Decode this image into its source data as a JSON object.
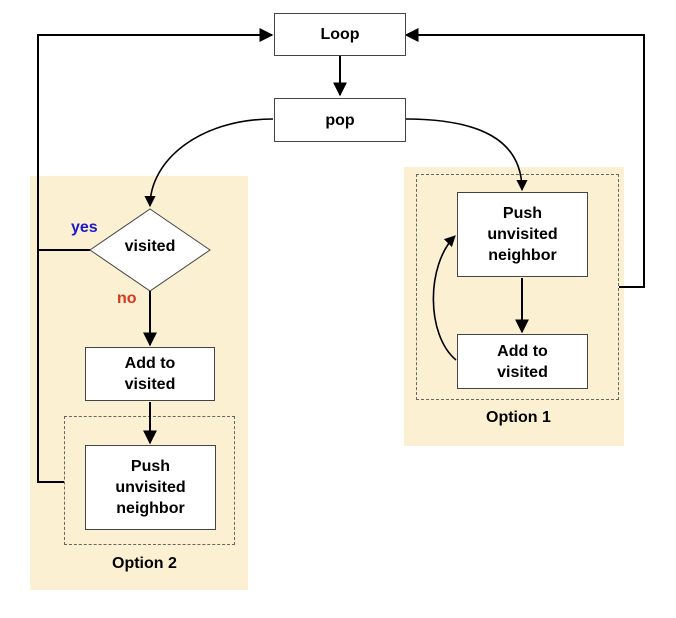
{
  "nodes": {
    "loop": "Loop",
    "pop": "pop",
    "visited": "visited",
    "add_to_visited_left": "Add to\nvisited",
    "push_left": "Push\nunvisited\nneighbor",
    "push_right": "Push\nunvisited\nneighbor",
    "add_to_visited_right": "Add to\nvisited"
  },
  "edge_labels": {
    "yes": "yes",
    "no": "no"
  },
  "groups": {
    "option_1": "Option 1",
    "option_2": "Option 2"
  },
  "colors": {
    "panel": "#fcf0d2",
    "yes_label": "#1a1acc",
    "no_label": "#d8361e",
    "stroke": "#000000"
  }
}
